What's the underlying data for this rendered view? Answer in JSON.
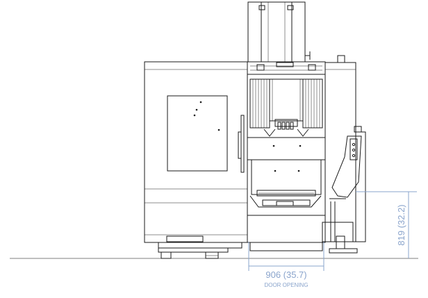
{
  "dimensions": {
    "door_opening": {
      "value": "906 (35.7)",
      "label": "DOOR OPENING"
    },
    "height_to_table": {
      "value": "819 (32.2)"
    }
  },
  "colors": {
    "line": "#1a1a1a",
    "dimension": "#8aa4cc",
    "ground": "#555555"
  }
}
